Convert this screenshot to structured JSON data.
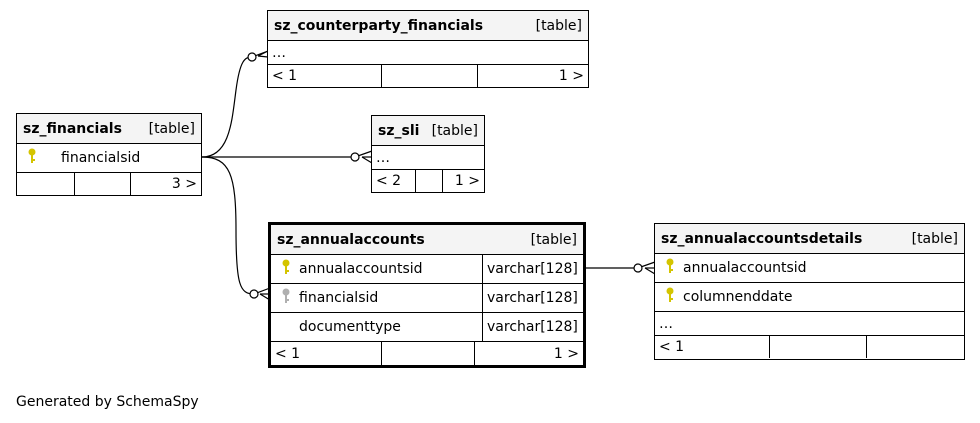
{
  "footer": {
    "generated_by": "Generated by SchemaSpy"
  },
  "colors": {
    "primary_key": "#d4c400",
    "foreign_key": "#b0b0b0",
    "header_bg": "#f4f4f4"
  },
  "tables": {
    "counterparty_financials": {
      "name": "sz_counterparty_financials",
      "kind": "[table]",
      "ellipsis": "…",
      "parents": "< 1",
      "children": "1 >"
    },
    "financials": {
      "name": "sz_financials",
      "kind": "[table]",
      "col1": "financialsid",
      "children": "3 >"
    },
    "sli": {
      "name": "sz_sli",
      "kind": "[table]",
      "ellipsis": "…",
      "parents": "< 2",
      "children": "1 >"
    },
    "annualaccounts": {
      "name": "sz_annualaccounts",
      "kind": "[table]",
      "columns": [
        {
          "name": "annualaccountsid",
          "type": "varchar[128]",
          "key": "primary-key-icon"
        },
        {
          "name": "financialsid",
          "type": "varchar[128]",
          "key": "foreign-key-icon"
        },
        {
          "name": "documenttype",
          "type": "varchar[128]",
          "key": ""
        }
      ],
      "parents": "< 1",
      "children": "1 >"
    },
    "annualaccountsdetails": {
      "name": "sz_annualaccountsdetails",
      "kind": "[table]",
      "col1": "annualaccountsid",
      "col2": "columnenddate",
      "ellipsis": "…",
      "parents": "< 1"
    }
  }
}
